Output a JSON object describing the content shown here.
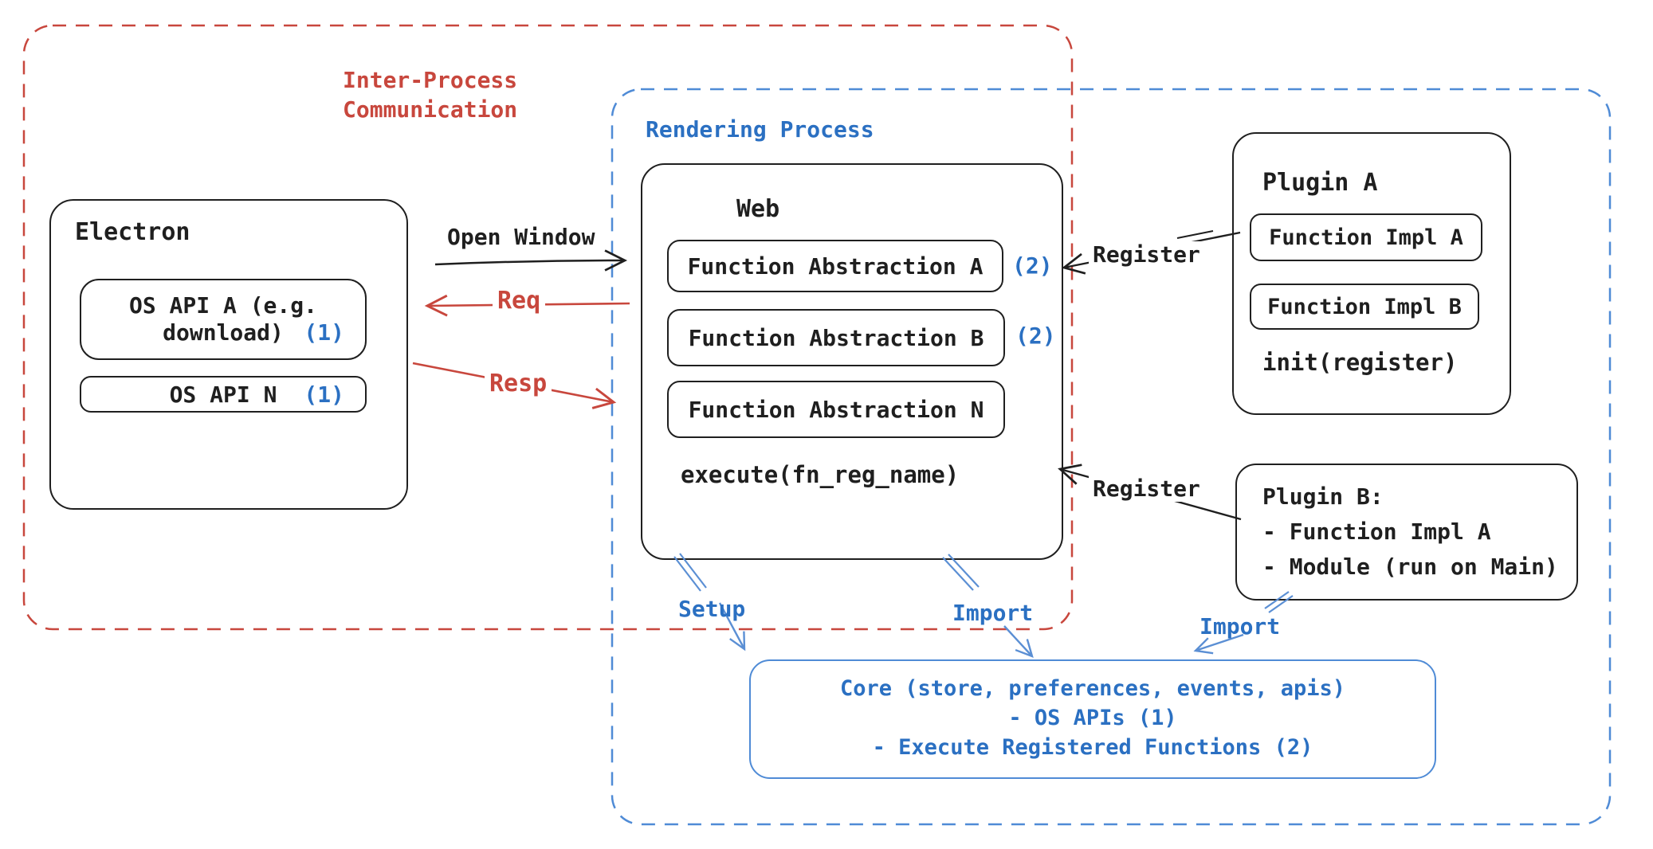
{
  "colors": {
    "ink": "#1f1f1f",
    "red": "#c8473d",
    "blue": "#2b70c2",
    "blue_arrow": "#5b8fd4",
    "blue_dash": "#4f8bd6",
    "paper": "#ffffff"
  },
  "groups": {
    "ipc_label": "Inter-Process\nCommunication",
    "rendering_label": "Rendering Process"
  },
  "electron": {
    "title": "Electron",
    "api_a_line1": "OS API A (e.g.",
    "api_a_line2": "download)",
    "api_a_badge": "(1)",
    "api_n_label": "OS API N",
    "api_n_badge": "(1)"
  },
  "web": {
    "title": "Web",
    "fn_a_label": "Function Abstraction A",
    "fn_a_badge": "(2)",
    "fn_b_label": "Function Abstraction B",
    "fn_b_badge": "(2)",
    "fn_n_label": "Function Abstraction N",
    "execute_label": "execute(fn_reg_name)"
  },
  "plugin_a": {
    "title": "Plugin A",
    "impl_a_label": "Function Impl A",
    "impl_b_label": "Function Impl B",
    "init_label": "init(register)"
  },
  "plugin_b": {
    "title": "Plugin B:",
    "item_1": "- Function Impl A",
    "item_2": "- Module (run on Main)"
  },
  "core": {
    "line_1": "Core (store, preferences, events, apis)",
    "line_2": "- OS APIs (1)",
    "line_3": "- Execute Registered Functions (2)"
  },
  "arrows": {
    "open_window_label": "Open Window",
    "req_label": "Req",
    "resp_label": "Resp",
    "register_top_label": "Register",
    "register_bottom_label": "Register",
    "setup_label": "Setup",
    "import_center_label": "Import",
    "import_right_label": "Import"
  }
}
